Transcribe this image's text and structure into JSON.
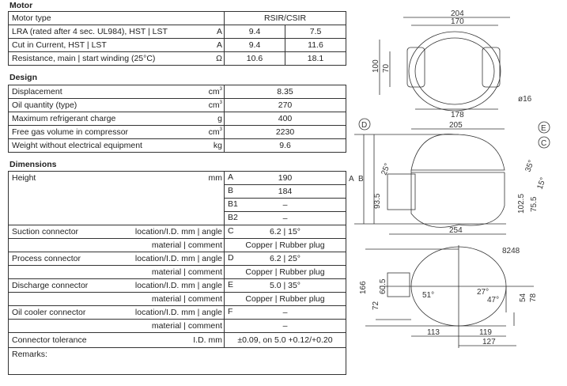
{
  "motor": {
    "title": "Motor",
    "type_label": "Motor type",
    "type_value": "RSIR/CSIR",
    "rows": [
      {
        "label": "LRA (rated after 4 sec. UL984), HST | LST",
        "unit": "A",
        "hst": "9.4",
        "lst": "7.5"
      },
      {
        "label": "Cut in Current, HST | LST",
        "unit": "A",
        "hst": "9.4",
        "lst": "11.6"
      },
      {
        "label": "Resistance, main | start winding (25°C)",
        "unit": "Ω",
        "hst": "10.6",
        "lst": "18.1"
      }
    ]
  },
  "design": {
    "title": "Design",
    "rows": [
      {
        "label": "Displacement",
        "unit": "cm",
        "sup": "3",
        "value": "8.35"
      },
      {
        "label": "Oil quantity (type)",
        "unit": "cm",
        "sup": "3",
        "value": "270"
      },
      {
        "label": "Maximum refrigerant charge",
        "unit": "g",
        "sup": "",
        "value": "400"
      },
      {
        "label": "Free gas volume in compressor",
        "unit": "cm",
        "sup": "3",
        "value": "2230"
      },
      {
        "label": "Weight without electrical equipment",
        "unit": "kg",
        "sup": "",
        "value": "9.6"
      }
    ]
  },
  "dimensions": {
    "title": "Dimensions",
    "height_label": "Height",
    "height_unit": "mm",
    "heights": [
      {
        "letter": "A",
        "value": "190"
      },
      {
        "letter": "B",
        "value": "184"
      },
      {
        "letter": "B1",
        "value": "–"
      },
      {
        "letter": "B2",
        "value": "–"
      }
    ],
    "loc_label": "location/I.D. mm | angle",
    "mat_label": "material | comment",
    "connectors": [
      {
        "name": "Suction connector",
        "letter": "C",
        "loc": "6.2 | 15°",
        "mat": "Copper | Rubber plug"
      },
      {
        "name": "Process connector",
        "letter": "D",
        "loc": "6.2 | 25°",
        "mat": "Copper | Rubber plug"
      },
      {
        "name": "Discharge connector",
        "letter": "E",
        "loc": "5.0 | 35°",
        "mat": "Copper | Rubber plug"
      },
      {
        "name": "Oil cooler connector",
        "letter": "F",
        "loc": "–",
        "mat": "–"
      }
    ],
    "tolerance_label": "Connector tolerance",
    "tolerance_unit": "I.D. mm",
    "tolerance_value": "±0.09, on 5.0 +0.12/+0.20",
    "remarks_label": "Remarks:"
  },
  "drawing": {
    "top": {
      "w1": "204",
      "w2": "170",
      "h1": "100",
      "h2": "70",
      "w3": "178",
      "dia": "ø16"
    },
    "side": {
      "D": "D",
      "E": "E",
      "C": "C",
      "w": "205",
      "A": "A",
      "B": "B",
      "h1": "93.5",
      "a25": "25°",
      "a35": "35°",
      "a15": "15°",
      "h2": "102.5",
      "h3": "75.5",
      "base": "254"
    },
    "plan": {
      "code": "8248",
      "h": "166",
      "h1": "60.5",
      "h2": "72",
      "a51": "51°",
      "a27": "27°",
      "a47": "47°",
      "h3": "54",
      "h4": "78",
      "w1": "113",
      "w2": "119",
      "w3": "127"
    }
  }
}
